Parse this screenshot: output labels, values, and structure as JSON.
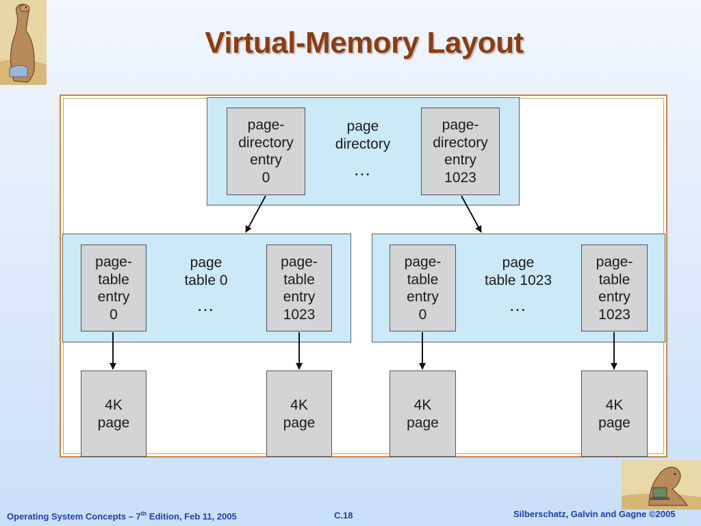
{
  "slide": {
    "title": "Virtual-Memory Layout"
  },
  "diagram": {
    "page_directory": {
      "label": [
        "page",
        "directory"
      ],
      "ellipsis": "…",
      "entry_first": [
        "page-",
        "directory",
        "entry",
        "0"
      ],
      "entry_last": [
        "page-",
        "directory",
        "entry",
        "1023"
      ]
    },
    "page_table_0": {
      "label": [
        "page",
        "table 0"
      ],
      "ellipsis": "…",
      "entry_first": [
        "page-",
        "table",
        "entry",
        "0"
      ],
      "entry_last": [
        "page-",
        "table",
        "entry",
        "1023"
      ]
    },
    "page_table_1023": {
      "label": [
        "page",
        "table 1023"
      ],
      "ellipsis": "…",
      "entry_first": [
        "page-",
        "table",
        "entry",
        "0"
      ],
      "entry_last": [
        "page-",
        "table",
        "entry",
        "1023"
      ]
    },
    "pages": [
      [
        "4K",
        "page"
      ],
      [
        "4K",
        "page"
      ],
      [
        "4K",
        "page"
      ],
      [
        "4K",
        "page"
      ]
    ],
    "colors": {
      "container_fill": "#cce9f8",
      "entry_fill": "#d2d4d6",
      "title_color": "#8a3d12",
      "footer_color": "#1f3fa0",
      "frame_border": "#c8843e"
    }
  },
  "footer": {
    "book_prefix": "Operating System Concepts – 7",
    "book_sup": "th",
    "book_suffix": " Edition, Feb 11, 2005",
    "slide_number": "C.18",
    "copyright": "Silberschatz, Galvin and Gagne ©2005"
  },
  "icons": {
    "top_left": "dinosaur-logo-icon",
    "bottom_right": "dinosaur-laptop-icon"
  }
}
